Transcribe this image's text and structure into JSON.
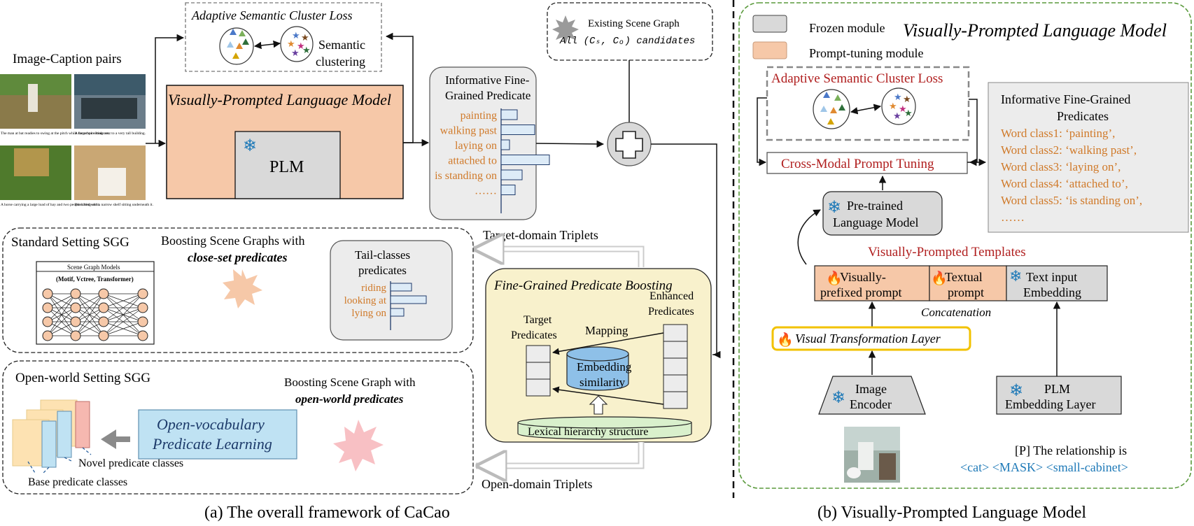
{
  "left": {
    "image_caption_title": "Image-Caption pairs",
    "captions": [
      "The man at bat readies to swing at the pitch while the umpire looks on.",
      "A large bus sitting next to a very tall building.",
      "A horse carrying a large load of hay and two people sitting on it.",
      "Bunk bed with a narrow shelf sitting underneath it."
    ],
    "ascl_title": "Adaptive Semantic Cluster Loss",
    "semantic_clustering": [
      "Semantic",
      "clustering"
    ],
    "vplm_title": "Visually-Prompted Language Model",
    "plm_label": "PLM",
    "informative_title": [
      "Informative Fine-",
      "Grained Predicate"
    ],
    "predicates": [
      "painting",
      "walking past",
      "laying on",
      "attached to",
      "is standing on",
      "……"
    ],
    "predicate_bars": [
      0.3,
      0.62,
      0.16,
      0.88,
      0.38,
      0.26
    ],
    "existing_sg": [
      "Existing Scene Graph",
      "All (Cₛ, Cₒ) candidates"
    ],
    "target_domain": "Target-domain Triplets",
    "open_domain": "Open-domain Triplets",
    "standard_title": "Standard Setting SGG",
    "scene_graph_models": "Scene Graph Models",
    "sg_models_sub": "(Motif, Vctree, Transformer)",
    "boosting_close": "Boosting Scene Graphs with",
    "close_set": "close-set predicates",
    "tail_title": [
      "Tail-classes",
      "predicates"
    ],
    "tail_predicates": [
      "riding",
      "looking at",
      "lying on"
    ],
    "tail_bars": [
      0.5,
      0.85,
      0.32
    ],
    "fgpb_title": "Fine-Grained Predicate Boosting",
    "target_predicates": [
      "Target",
      "Predicates"
    ],
    "enhanced_predicates": [
      "Enhanced",
      "Predicates"
    ],
    "mapping": "Mapping",
    "embedding_similarity": [
      "Embedding",
      "similarity"
    ],
    "lexical": "Lexical hierarchy structure",
    "open_world_title": "Open-world Setting SGG",
    "open_vocab": [
      "Open-vocabulary",
      "Predicate Learning"
    ],
    "boosting_open": "Boosting Scene Graph with",
    "open_world": "open-world predicates",
    "novel_classes": "Novel predicate classes",
    "base_classes": "Base predicate classes",
    "caption_a": "(a) The overall framework of CaCao"
  },
  "right": {
    "legend_frozen": "Frozen module",
    "legend_prompt": "Prompt-tuning module",
    "title": "Visually-Prompted Language Model",
    "ascl_title": "Adaptive Semantic Cluster Loss",
    "cmpt": "Cross-Modal Prompt Tuning",
    "informative_title": [
      "Informative Fine-Grained",
      "Predicates"
    ],
    "word_classes": [
      "Word class1: ‘painting’,",
      "Word class2: ‘walking past’,",
      "Word class3: ‘laying on’,",
      "Word class4: ‘attached to’,",
      "Word class5: ‘is standing on’,",
      "……"
    ],
    "pretrained_lm": [
      "Pre-trained",
      "Language Model"
    ],
    "vp_templates": "Visually-Prompted Templates",
    "visually_prefixed": [
      "Visually-",
      "prefixed prompt"
    ],
    "textual_prompt": [
      "Textual",
      "prompt"
    ],
    "text_input": [
      "Text input",
      "Embedding"
    ],
    "concatenation": "Concatenation",
    "vtl": "Visual Transformation Layer",
    "image_encoder": [
      "Image",
      "Encoder"
    ],
    "plm_embedding": [
      "PLM",
      "Embedding Layer"
    ],
    "prompt_line1": "[P] The relationship is",
    "prompt_line2": "<cat> <MASK> <small-cabinet>",
    "caption_b": "(b) Visually-Prompted Language Model"
  },
  "colors": {
    "orange_text": "#d07a2a",
    "red_text": "#b01e1e",
    "blue_text": "#1f7ab8",
    "prompt_fill": "#f6c8a8",
    "frozen_fill": "#d9d9d9",
    "fgpb_fill": "#f8f1cc",
    "open_vocab_fill": "#bfe2f3",
    "vtl_border": "#f2c200",
    "right_border": "#5a9a3c"
  }
}
